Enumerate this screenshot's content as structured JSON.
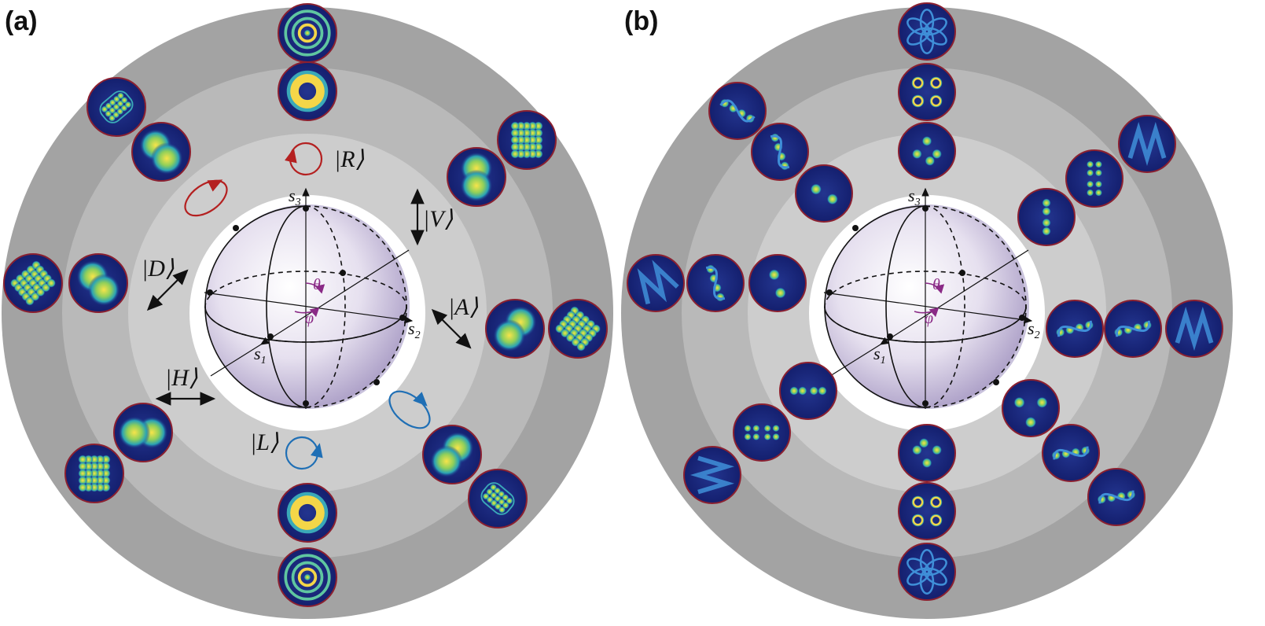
{
  "panels": [
    {
      "label": "(a)"
    },
    {
      "label": "(b)"
    }
  ],
  "axes": {
    "s1": {
      "letter": "s",
      "sub": "1"
    },
    "s2": {
      "letter": "s",
      "sub": "2"
    },
    "s3": {
      "letter": "s",
      "sub": "3"
    }
  },
  "angles": {
    "theta": "θ",
    "phi": "φ"
  },
  "states": {
    "R": "|R⟩",
    "L": "|L⟩",
    "H": "|H⟩",
    "V": "|V⟩",
    "D": "|D⟩",
    "A": "|A⟩"
  },
  "colors": {
    "ring_outer": "#a3a3a3",
    "ring_mid": "#b8b8b8",
    "ring_inner": "#cdcdcd",
    "sphere_tint": "#d9d0e6",
    "sphere_shadow": "#8f80b0",
    "mode_background": "#1a2a8a",
    "mode_rim": "#8b2030",
    "mode_bright": "#f6d84a",
    "right_circular": "#b42020",
    "left_circular": "#1f6fb5",
    "angle_marks": "#8a2a86"
  },
  "mode_patterns_a": {
    "note_free": true,
    "icons": [
      "concentric-rings-icon",
      "donut-icon",
      "two-lobe-icon",
      "lattice-grid-icon"
    ]
  },
  "mode_patterns_b": {
    "icons": [
      "flower-pattern-icon",
      "four-donuts-icon",
      "four-spots-icon",
      "two-spots-icon",
      "three-spots-icon",
      "zigzag-pattern-icon"
    ]
  }
}
